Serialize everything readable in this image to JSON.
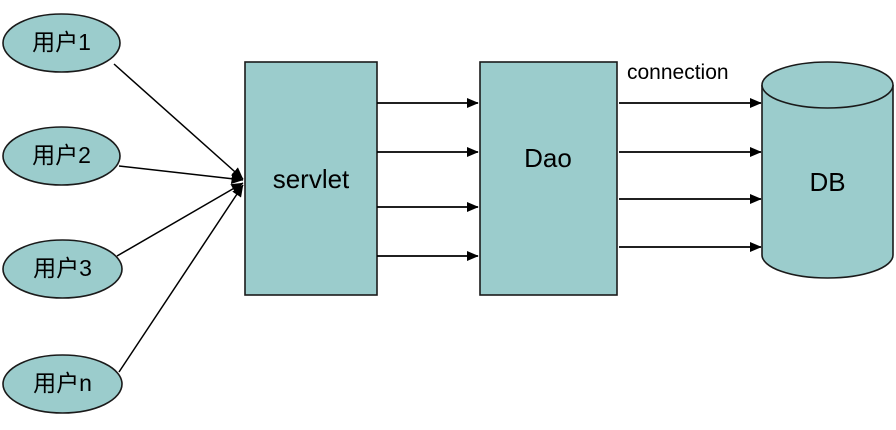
{
  "diagram": {
    "title": "Servlet to Dao to DB connection diagram",
    "background_color": "#ffffff",
    "shape_fill": "#9bcccc",
    "shape_stroke": "#1a1a1a",
    "edge_color": "#000000",
    "clients": [
      {
        "label": "用户1",
        "shape": "ellipse"
      },
      {
        "label": "用户2",
        "shape": "ellipse"
      },
      {
        "label": "用户3",
        "shape": "ellipse"
      },
      {
        "label": "用户n",
        "shape": "ellipse"
      }
    ],
    "servlet": {
      "label": "servlet",
      "shape": "rectangle"
    },
    "dao": {
      "label": "Dao",
      "shape": "rectangle"
    },
    "db": {
      "label": "DB",
      "shape": "cylinder"
    },
    "connection_label": "connection",
    "edge_counts": {
      "client_to_servlet": 4,
      "servlet_to_dao": 4,
      "dao_to_db": 4
    }
  }
}
